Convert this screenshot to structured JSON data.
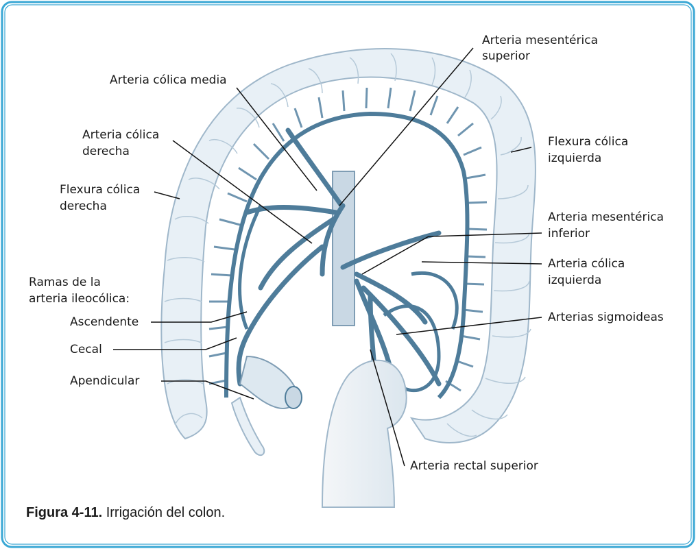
{
  "figure": {
    "caption_number": "Figura 4-11.",
    "caption_text": " Irrigación del colon.",
    "colors": {
      "frame": "#3aa7d4",
      "colon_fill": "#e8f0f6",
      "colon_stroke": "#9fb7ca",
      "vessel": "#4e7c9a",
      "vessel_light": "#c9d8e4",
      "leader": "#111111"
    }
  },
  "labels": {
    "art_mes_sup_1": "Arteria mesentérica",
    "art_mes_sup_2": "superior",
    "art_colica_media": "Arteria cólica media",
    "art_colica_der_1": "Arteria cólica",
    "art_colica_der_2": "derecha",
    "flex_izq_1": "Flexura cólica",
    "flex_izq_2": "izquierda",
    "flex_der_1": "Flexura cólica",
    "flex_der_2": "derecha",
    "art_mes_inf_1": "Arteria mesentérica",
    "art_mes_inf_2": "inferior",
    "art_colica_izq_1": "Arteria cólica",
    "art_colica_izq_2": "izquierda",
    "ramas_1": "Ramas de la",
    "ramas_2": "arteria ileocólica:",
    "ascendente": "Ascendente",
    "cecal": "Cecal",
    "apendicular": "Apendicular",
    "sigmoideas": "Arterias sigmoideas",
    "rectal_sup": "Arteria rectal superior"
  }
}
